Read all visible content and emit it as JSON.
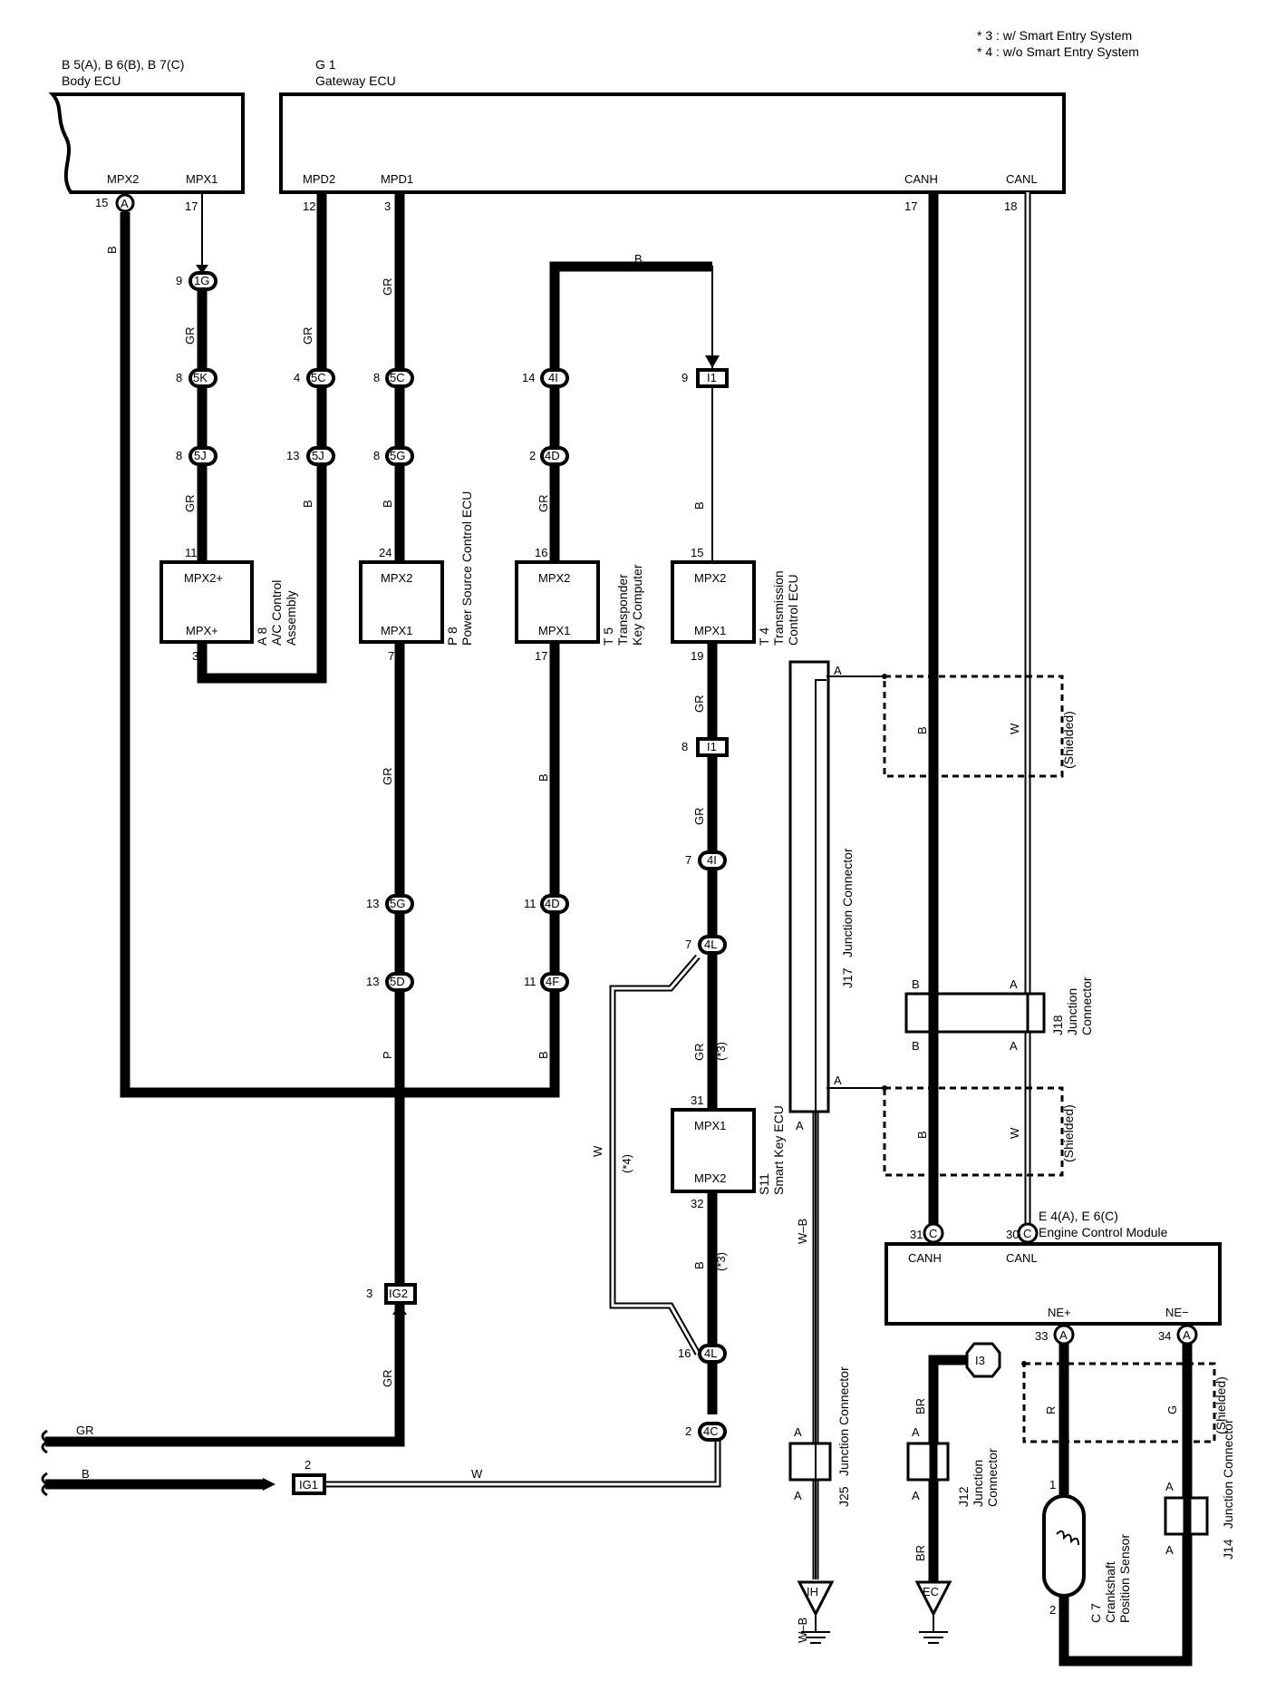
{
  "notes": {
    "line1": "* 3 : w/ Smart Entry System",
    "line2": "* 4 : w/o Smart Entry System"
  },
  "body_ecu": {
    "code": "B 5(A), B 6(B), B 7(C)",
    "name": "Body ECU",
    "pin_mpx2": "MPX2",
    "pin_mpx1": "MPX1",
    "num_mpx2": "15",
    "num_mpx1": "17",
    "conn_a": "A"
  },
  "gateway_ecu": {
    "code": "G 1",
    "name": "Gateway ECU",
    "pin_mpd2": "MPD2",
    "pin_mpd1": "MPD1",
    "pin_canh": "CANH",
    "pin_canl": "CANL",
    "num_mpd2": "12",
    "num_mpd1": "3",
    "num_canh": "17",
    "num_canl": "18"
  },
  "components": {
    "ac": {
      "code": "A 8",
      "name1": "A/C Control",
      "name2": "Assembly",
      "top": "MPX2+",
      "bottom": "MPX+",
      "pin_top": "11",
      "pin_bottom": "3"
    },
    "power": {
      "code": "P 8",
      "name1": "Power Source Control ECU",
      "top": "MPX2",
      "bottom": "MPX1",
      "pin_top": "24",
      "pin_bottom": "7"
    },
    "transponder": {
      "code": "T 5",
      "name1": "Transponder",
      "name2": "Key Computer",
      "top": "MPX2",
      "bottom": "MPX1",
      "pin_top": "16",
      "pin_bottom": "17"
    },
    "transmission": {
      "code": "T 4",
      "name1": "Transmission",
      "name2": "Control ECU",
      "top": "MPX2",
      "bottom": "MPX1",
      "pin_top": "15",
      "pin_bottom": "19"
    },
    "smartkey": {
      "code": "S11",
      "name1": "Smart Key ECU",
      "top": "MPX1",
      "bottom": "MPX2",
      "pin_top": "31",
      "pin_bottom": "32"
    },
    "ecm": {
      "code": "E 4(A), E 6(C)",
      "name": "Engine Control Module",
      "canh": "CANH",
      "canl": "CANL",
      "nep": "NE+",
      "nem": "NE−",
      "pin_canh": "31",
      "pin_canl": "30",
      "pin_nep": "33",
      "pin_nem": "34",
      "conn_c": "C",
      "conn_a": "A"
    },
    "crank": {
      "code": "C 7",
      "name1": "Crankshaft",
      "name2": "Position Sensor",
      "pin1": "1",
      "pin2": "2"
    },
    "j17": {
      "code": "J17",
      "name": "Junction Connector"
    },
    "j18": {
      "code": "J18",
      "name1": "Junction",
      "name2": "Connector"
    },
    "j25": {
      "code": "J25",
      "name": "Junction Connector"
    },
    "j12": {
      "code": "J12",
      "name1": "Junction",
      "name2": "Connector"
    },
    "j14": {
      "code": "J14",
      "name": "Junction Connector"
    }
  },
  "connectors": {
    "c1G": "1G",
    "c5K": "5K",
    "c5J": "5J",
    "c5C": "5C",
    "c5G": "5G",
    "c5D": "5D",
    "c4I": "4I",
    "c4D": "4D",
    "c4F": "4F",
    "cI1": "I1",
    "c4L": "4L",
    "c4C": "4C",
    "cIG2": "IG2",
    "cIG1": "IG1",
    "cI3": "I3",
    "cIH": "IH",
    "cEC": "EC"
  },
  "pins": {
    "p9": "9",
    "p8": "8",
    "p4": "4",
    "p13": "13",
    "p14": "14",
    "p2": "2",
    "p11": "11",
    "p7": "7",
    "p16": "16",
    "p3": "3",
    "p2b": "2",
    "p33": "33",
    "p34": "34"
  },
  "colors": {
    "B": "B",
    "GR": "GR",
    "W": "W",
    "P": "P",
    "WB": "W–B",
    "BR": "BR",
    "R": "R",
    "G": "G",
    "A": "A"
  },
  "misc": {
    "shielded": "(Shielded)",
    "star3": "(*3)",
    "star4": "(*4)"
  }
}
